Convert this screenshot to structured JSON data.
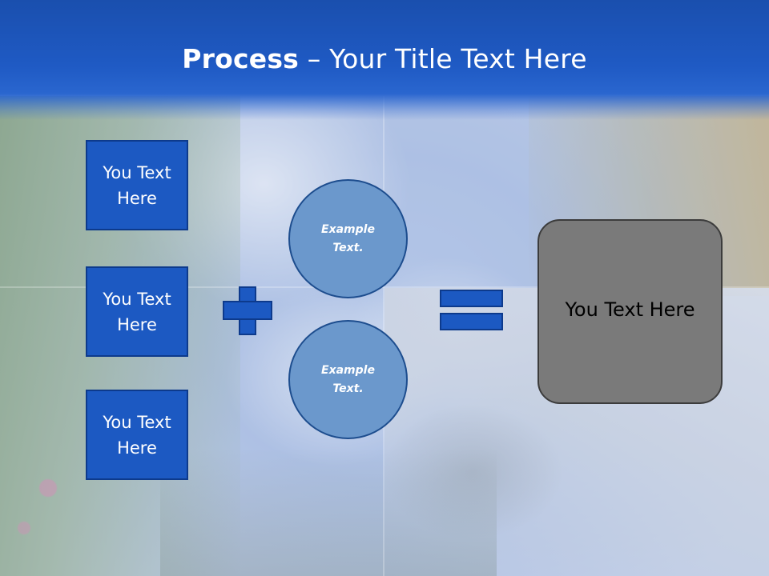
{
  "slide": {
    "title_bold": "Process",
    "title_rest": " – Your Title Text Here",
    "left_boxes": [
      {
        "label": "You Text Here"
      },
      {
        "label": "You Text Here"
      },
      {
        "label": "You Text Here"
      }
    ],
    "circles": [
      {
        "label": "Example Text."
      },
      {
        "label": "Example Text."
      }
    ],
    "result_label": "You Text Here"
  },
  "colors": {
    "header_blue": "#1f5ac4",
    "box_blue": "#1c59c2",
    "circle_blue": "#6b98cc",
    "result_gray": "#7a7a7a"
  },
  "icons": {
    "plus": "plus-icon",
    "equals": "equals-icon"
  }
}
